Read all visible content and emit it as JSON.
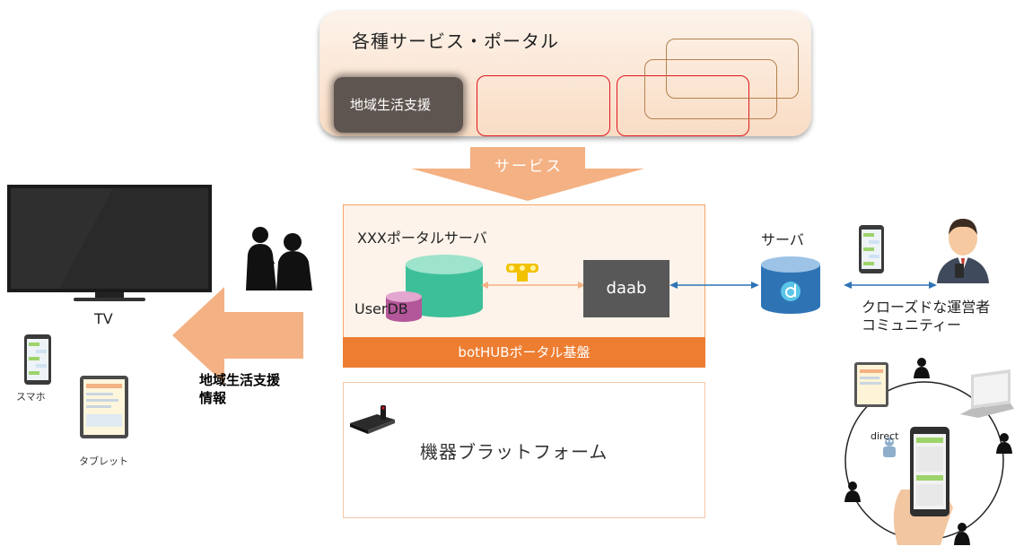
{
  "services": {
    "title": "各種サービス・ポータル",
    "local_life_support": "地域生活支援"
  },
  "service_arrow": {
    "label": "サービス"
  },
  "portal": {
    "title": "XXXポータルサーバ",
    "userdb": "UserDB",
    "daab": "daab",
    "bothub": "botHUBポータル基盤"
  },
  "device_platform": {
    "label": "機器ブラットフォーム"
  },
  "server": {
    "label": "サーバ"
  },
  "community": {
    "label": "クローズドな運営者\nコミュニティー"
  },
  "tv": {
    "label": "TV"
  },
  "smartphone": {
    "label": "スマホ"
  },
  "tablet": {
    "label": "タブレット"
  },
  "local_info": {
    "label": "地域生活支援\n情報"
  },
  "direct": {
    "label": "direct"
  },
  "colors": {
    "orange": "#ed7d31",
    "light_orange": "#f4b183",
    "red": "#e0141c",
    "teal": "#3dbf9a",
    "magenta": "#b4569a",
    "blue": "#2e74b5",
    "gray": "#585858"
  }
}
